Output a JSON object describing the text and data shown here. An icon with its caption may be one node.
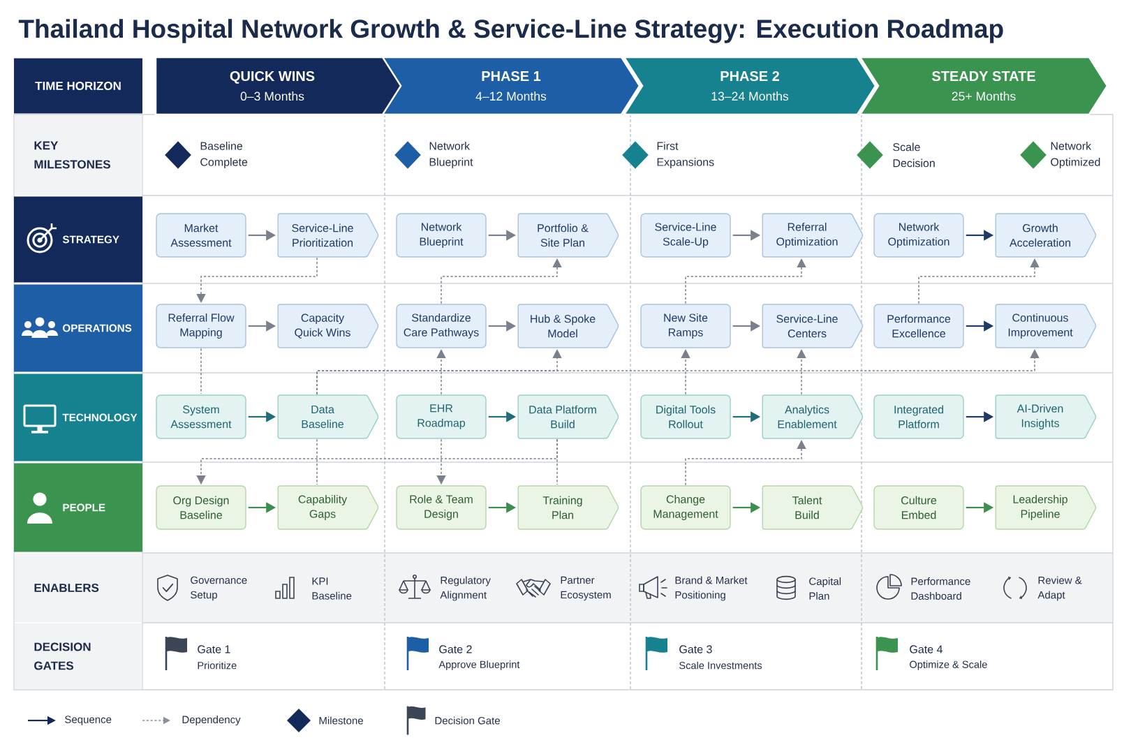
{
  "diagram": {
    "title": "Thailand Hospital Network Growth & Service-Line Strategy: Execution Roadmap",
    "nodes": [
      {
        "text": [
          "TIME HORIZON"
        ]
      },
      {
        "text": [
          "QUICK WINS",
          "0–3 Months"
        ]
      },
      {
        "text": [
          "PHASE 1",
          "4–12 Months"
        ]
      },
      {
        "text": [
          "PHASE 2",
          "13–24 Months"
        ]
      },
      {
        "text": [
          "STEADY STATE",
          "25+ Months"
        ]
      },
      {
        "text": [
          "KEY MILESTONES"
        ]
      },
      {
        "text": [],
        "shape": "diamond",
        "beside": [
          "Baseline Complete"
        ]
      },
      {
        "text": [],
        "shape": "diamond",
        "beside": [
          "Network Blueprint"
        ]
      },
      {
        "text": [],
        "shape": "diamond",
        "beside": [
          "First Expansions"
        ]
      },
      {
        "text": [],
        "shape": "diamond",
        "beside": [
          "Scale Decision"
        ]
      },
      {
        "text": [],
        "shape": "diamond",
        "beside": [
          "Network Optimized"
        ]
      },
      {
        "text": [
          "STRATEGY"
        ]
      },
      {
        "text": [
          "Market Assessment"
        ]
      },
      {
        "text": [
          "Service-Line Prioritization"
        ]
      },
      {
        "text": [
          "Network Blueprint"
        ]
      },
      {
        "text": [
          "Portfolio & Site Plan"
        ]
      },
      {
        "text": [
          "Service-Line Scale-Up"
        ]
      },
      {
        "text": [
          "Referral Optimization"
        ]
      },
      {
        "text": [
          "Network Optimization"
        ]
      },
      {
        "text": [
          "Growth Acceleration"
        ]
      },
      {
        "text": [
          "OPERATIONS"
        ]
      },
      {
        "text": [
          "Referral Flow Mapping"
        ]
      },
      {
        "text": [
          "Capacity Quick Wins"
        ]
      },
      {
        "text": [
          "Standardize Care Pathways"
        ]
      },
      {
        "text": [
          "Hub & Spoke Model"
        ]
      },
      {
        "text": [
          "New Site Ramps"
        ]
      },
      {
        "text": [
          "Service-Line Centers"
        ]
      },
      {
        "text": [
          "Performance Excellence"
        ]
      },
      {
        "text": [
          "Continuous Improvement"
        ]
      },
      {
        "text": [
          "TECHNOLOGY"
        ]
      },
      {
        "text": [
          "System Assessment"
        ]
      },
      {
        "text": [
          "Data Baseline"
        ]
      },
      {
        "text": [
          "EHR Roadmap"
        ]
      },
      {
        "text": [
          "Data Platform Build"
        ]
      },
      {
        "text": [
          "Digital Tools Rollout"
        ]
      },
      {
        "text": [
          "Analytics Enablement"
        ]
      },
      {
        "text": [
          "Integrated Platform"
        ]
      },
      {
        "text": [
          "AI-Driven Insights"
        ]
      },
      {
        "text": [
          "PEOPLE"
        ]
      },
      {
        "text": [
          "Org Design Baseline"
        ]
      },
      {
        "text": [
          "Capability Gaps"
        ]
      },
      {
        "text": [
          "Role & Team Design"
        ]
      },
      {
        "text": [
          "Training Plan"
        ]
      },
      {
        "text": [
          "Change Management"
        ]
      },
      {
        "text": [
          "Talent Build"
        ]
      },
      {
        "text": [
          "Culture Embed"
        ]
      },
      {
        "text": [
          "Leadership Pipeline"
        ]
      },
      {
        "text": [
          "ENABLERS"
        ]
      },
      {
        "text": [
          "DECISION GATES"
        ]
      }
    ],
    "edges": [
      {
        "from": 12,
        "to": 13,
        "arrow": "to"
      },
      {
        "from": 14,
        "to": 15,
        "arrow": "to"
      },
      {
        "from": 16,
        "to": 17,
        "arrow": "to"
      },
      {
        "from": 18,
        "to": 19,
        "arrow": "to",
        "color": "#1e3a66"
      },
      {
        "from": 21,
        "to": 22,
        "arrow": "to"
      },
      {
        "from": 23,
        "to": 24,
        "arrow": "to"
      },
      {
        "from": 25,
        "to": 26,
        "arrow": "to"
      },
      {
        "from": 27,
        "to": 28,
        "arrow": "to",
        "color": "#1e3a66"
      },
      {
        "from": 30,
        "to": 31,
        "arrow": "to",
        "color": "#1f6e7a"
      },
      {
        "from": 32,
        "to": 33,
        "arrow": "to",
        "color": "#1f6e7a"
      },
      {
        "from": 34,
        "to": 35,
        "arrow": "to",
        "color": "#1f6e7a"
      },
      {
        "from": 36,
        "to": 37,
        "arrow": "to",
        "color": "#1e3a66"
      },
      {
        "from": 39,
        "to": 40,
        "arrow": "to",
        "color": "#3d8f4f"
      },
      {
        "from": 41,
        "to": 42,
        "arrow": "to",
        "color": "#3d8f4f"
      },
      {
        "from": 43,
        "to": 44,
        "arrow": "to",
        "color": "#3d8f4f"
      },
      {
        "from": 45,
        "to": 46,
        "arrow": "to",
        "color": "#3d8f4f"
      },
      {
        "from": 13,
        "to": 21,
        "arrow": "to",
        "style": "dashed"
      },
      {
        "from": 23,
        "to": 15,
        "arrow": "to",
        "style": "dashed"
      },
      {
        "from": 25,
        "to": 17,
        "arrow": "to",
        "style": "dashed"
      },
      {
        "from": 27,
        "to": 19,
        "arrow": "to",
        "style": "dashed"
      },
      {
        "from": 21,
        "to": 30,
        "arrow": "none",
        "style": "dashed"
      },
      {
        "from": 31,
        "to": 28,
        "arrow": "to",
        "style": "dashed"
      },
      {
        "from": 32,
        "to": 23,
        "arrow": "to",
        "style": "dashed"
      },
      {
        "from": 31,
        "to": 24,
        "arrow": "to",
        "style": "dashed"
      },
      {
        "from": 34,
        "to": 25,
        "arrow": "to",
        "style": "dashed"
      },
      {
        "from": 35,
        "to": 26,
        "arrow": "to",
        "style": "dashed"
      },
      {
        "from": 33,
        "to": 39,
        "arrow": "to",
        "style": "dashed"
      },
      {
        "from": 31,
        "to": 40,
        "arrow": "none",
        "style": "dashed"
      },
      {
        "from": 32,
        "to": 41,
        "arrow": "to",
        "style": "dashed"
      },
      {
        "from": 33,
        "to": 42,
        "arrow": "none",
        "style": "dashed"
      },
      {
        "from": 43,
        "to": 35,
        "arrow": "to",
        "style": "dashed"
      }
    ],
    "labels": [
      "Governance Setup",
      "KPI Baseline",
      "Regulatory Alignment",
      "Partner Ecosystem",
      "Brand & Market Positioning",
      "Capital Plan",
      "Performance Dashboard",
      "Review & Adapt",
      "Gate 1",
      "Prioritize",
      "Gate 2",
      "Approve Blueprint",
      "Gate 3",
      "Scale Investments",
      "Gate 4",
      "Optimize & Scale"
    ],
    "legend": [
      {
        "text": "Sequence"
      },
      {
        "text": "Dependency"
      },
      {
        "text": "Milestone"
      },
      {
        "text": "Decision Gate"
      }
    ]
  }
}
